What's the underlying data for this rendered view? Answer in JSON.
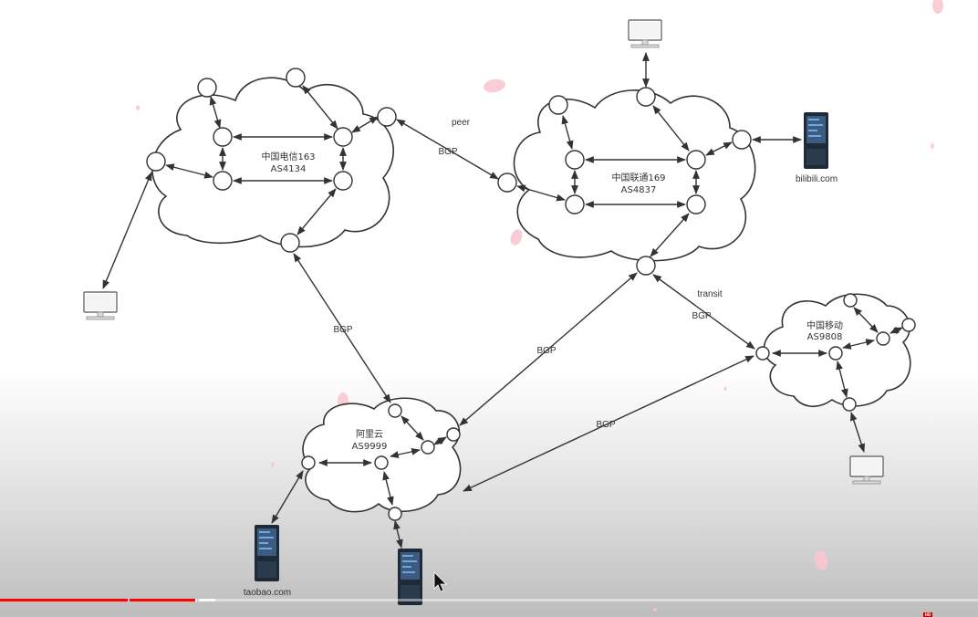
{
  "clouds": {
    "telecom": {
      "name": "中国电信163",
      "as": "AS4134"
    },
    "unicom": {
      "name": "中国联通169",
      "as": "AS4837"
    },
    "mobile": {
      "name": "中国移动",
      "as": "AS9808"
    },
    "aliyun": {
      "name": "阿里云",
      "as": "AS9999"
    }
  },
  "edge_labels": {
    "peer": "peer",
    "bgp_telecom_unicom": "BGP",
    "bgp_telecom_aliyun": "BGP",
    "bgp_unicom_aliyun": "BGP",
    "transit": "transit",
    "bgp_unicom_mobile": "BGP",
    "bgp_mobile_aliyun": "BGP"
  },
  "hosts": {
    "bilibili": "bilibili.com",
    "taobao": "taobao.com"
  },
  "icons": {
    "client": "monitor-icon",
    "server": "server-rack-icon",
    "router": "router-node"
  },
  "video_player": {
    "played_fraction": 0.2,
    "buffered_fraction": 0.22,
    "hd_badge": "HD",
    "progress_color": "#ff0000"
  }
}
